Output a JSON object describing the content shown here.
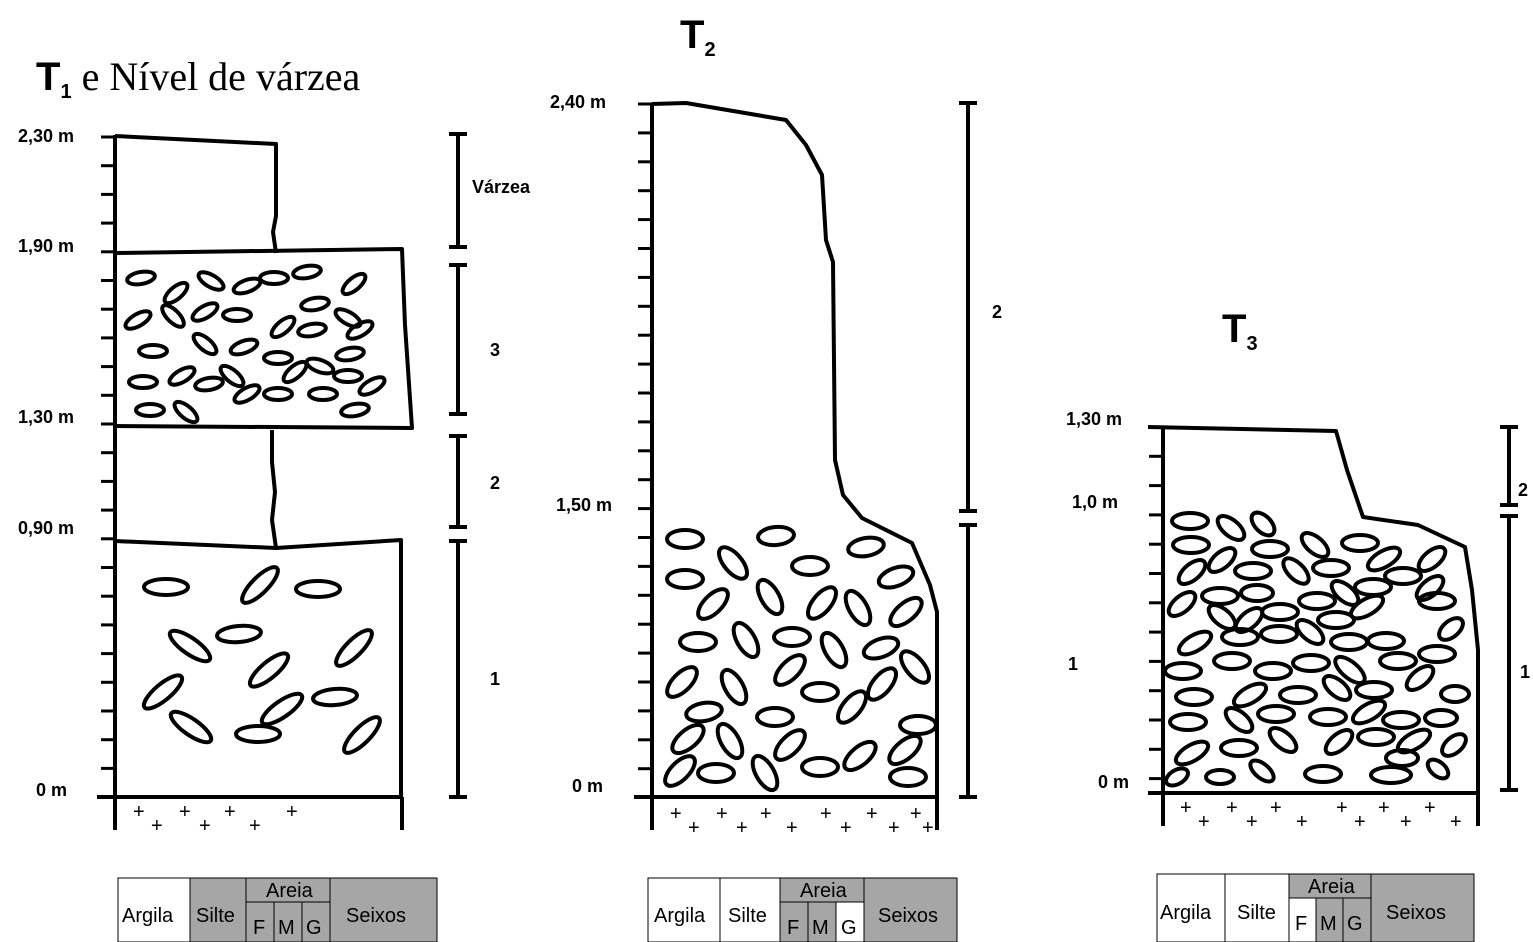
{
  "profiles": [
    {
      "id": "t1",
      "title_letter": "T",
      "title_sub": "1",
      "title_suffix": " e Nível de várzea",
      "depth_labels": [
        "2,30 m",
        "1,90 m",
        "1,30 m",
        "0,90 m",
        "0 m"
      ],
      "layer_labels": [
        "Várzea",
        "3",
        "2",
        "1"
      ],
      "granite_marks": [
        "+",
        "+",
        "+",
        "+",
        "+",
        "+",
        "+"
      ]
    },
    {
      "id": "t2",
      "title_letter": "T",
      "title_sub": "2",
      "depth_labels": [
        "2,40 m",
        "1,50 m",
        "0 m"
      ],
      "layer_labels": [
        "2"
      ],
      "granite_marks": [
        "+",
        "+",
        "+",
        "+",
        "+",
        "+",
        "+",
        "+",
        "+",
        "+",
        "+",
        "+"
      ]
    },
    {
      "id": "t3",
      "title_letter": "T",
      "title_sub": "3",
      "depth_labels": [
        "1,30 m",
        "1,0 m",
        "0 m"
      ],
      "layer_labels": [
        "1",
        "2",
        "1"
      ],
      "granite_marks": [
        "+",
        "+",
        "+",
        "+",
        "+",
        "+",
        "+",
        "+",
        "+",
        "+",
        "+",
        "+"
      ]
    }
  ],
  "legend": {
    "argila": "Argila",
    "silte": "Silte",
    "areia": "Areia",
    "f": "F",
    "m": "M",
    "g": "G",
    "seixos": "Seixos"
  },
  "colors": {
    "line": "#000000",
    "legend_shade": "#a6a6a6",
    "background": "#ffffff"
  }
}
